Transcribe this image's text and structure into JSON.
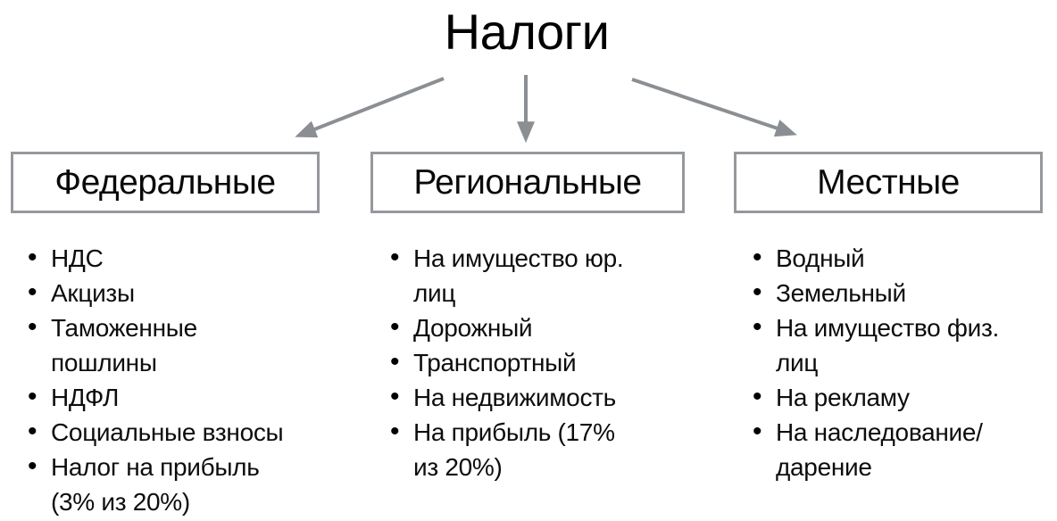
{
  "title": "Налоги",
  "colors": {
    "arrow": "#8b8f93",
    "box_border": "#95999d",
    "text": "#141414"
  },
  "columns": [
    {
      "header": "Федеральные",
      "items": [
        "НДС",
        "Акцизы",
        "Таможенные\nпошлины",
        "НДФЛ",
        "Социальные взносы",
        "Налог на прибыль\n(3% из 20%)"
      ]
    },
    {
      "header": "Региональные",
      "items": [
        "На имущество юр.\nлиц",
        "Дорожный",
        "Транспортный",
        "На недвижимость",
        "На прибыль (17%\nиз 20%)"
      ]
    },
    {
      "header": "Местные",
      "items": [
        "Водный",
        "Земельный",
        "На имущество физ.\nлиц",
        "На рекламу",
        "На наследование/\nдарение"
      ]
    }
  ]
}
